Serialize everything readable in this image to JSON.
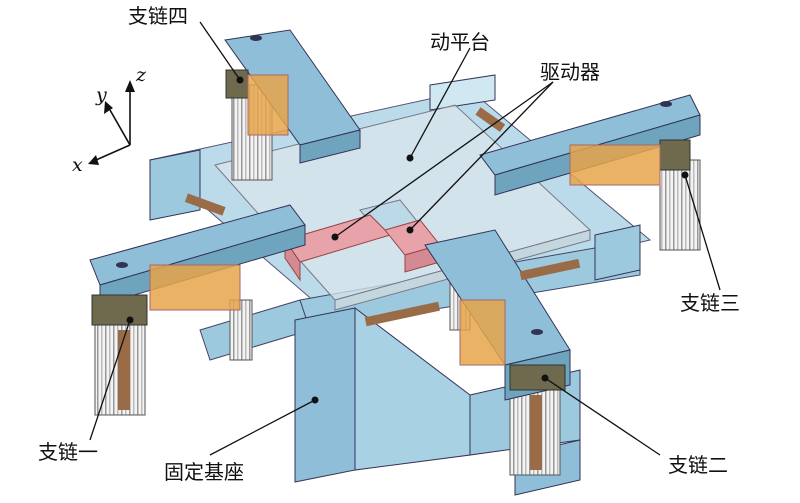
{
  "labels": {
    "branch4": "支链四",
    "moving_platform": "动平台",
    "actuator": "驱动器",
    "branch3": "支链三",
    "branch1": "支链一",
    "fixed_base": "固定基座",
    "branch2": "支链二"
  },
  "axes": {
    "x": "x",
    "y": "y",
    "z": "z"
  },
  "colors": {
    "base_blue": "#9cc9de",
    "base_blue_dark": "#6fa4bf",
    "arm_blue": "#8fbfd8",
    "olive_block": "#6f6a4e",
    "orange_part": "#e6a54a",
    "wood_rod": "#9a6b47",
    "actuator_pink": "#e8a3aa",
    "platform_glass": "#d9e6ec"
  }
}
